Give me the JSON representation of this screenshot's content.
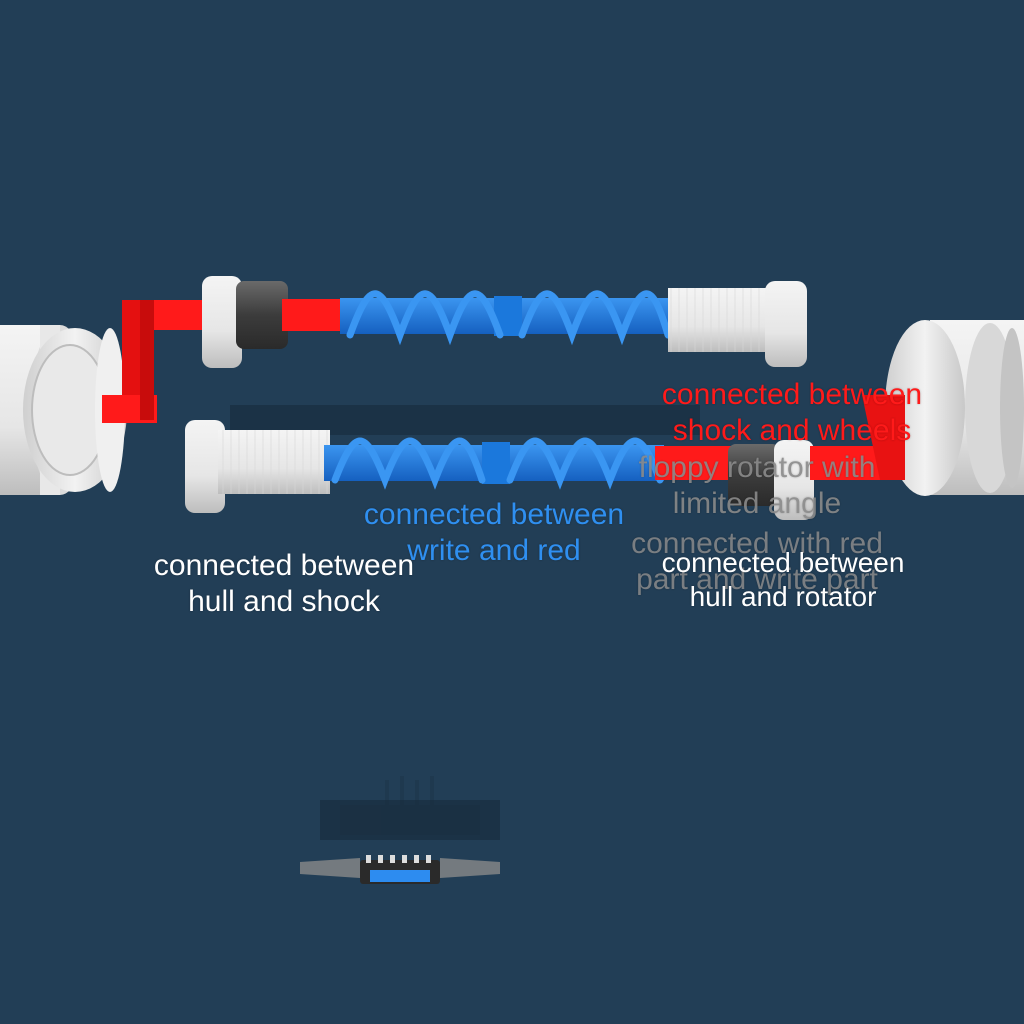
{
  "colors": {
    "background": "#223e56",
    "red_part": "#ff1a1a",
    "blue_spring": "#1f7fe6",
    "white_part": "#ececec",
    "dark_bearing": "#4a4a4a",
    "label_gray": "#8a8a8a"
  },
  "labels": {
    "hull_and_shock": {
      "line1": "connected between",
      "line2": "hull and shock",
      "color": "#ffffff"
    },
    "write_and_red": {
      "line1": "connected between",
      "line2": "write and red",
      "color": "#2f8ff0"
    },
    "shock_and_wheels": {
      "line1": "connected between",
      "line2": "shock and wheels",
      "color": "#ff1a1a"
    },
    "floppy_rotator": {
      "line1": "floppy rotator with",
      "line2": "limited angle",
      "color": "#8a8a8a"
    },
    "red_and_write_part": {
      "line1": "connected with red",
      "line2": "part and write part",
      "color": "#8a8a8a"
    },
    "hull_and_rotator": {
      "line1": "connected between",
      "line2": "hull and rotator",
      "color": "#ffffff"
    }
  },
  "icons": {
    "minimap": "vehicle-minimap-icon"
  }
}
